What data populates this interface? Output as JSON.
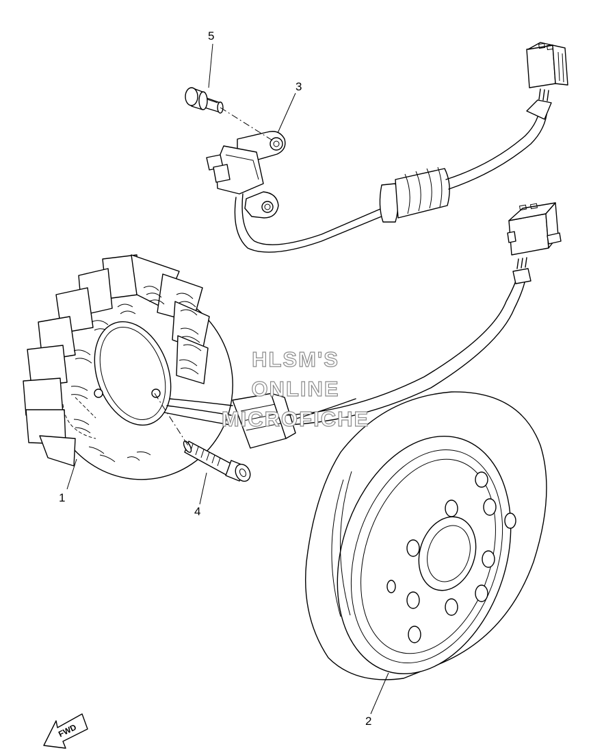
{
  "callouts": {
    "part_1": "1",
    "part_2": "2",
    "part_3": "3",
    "part_4": "4",
    "part_5": "5"
  },
  "watermark": {
    "line1": "HLSM'S",
    "line2": "ONLINE",
    "line3": "MICROFICHE"
  },
  "direction_arrow": {
    "label": "FWD"
  },
  "colors": {
    "line": "#000000",
    "background": "#ffffff",
    "watermark_outline": "#8a8a8a"
  }
}
